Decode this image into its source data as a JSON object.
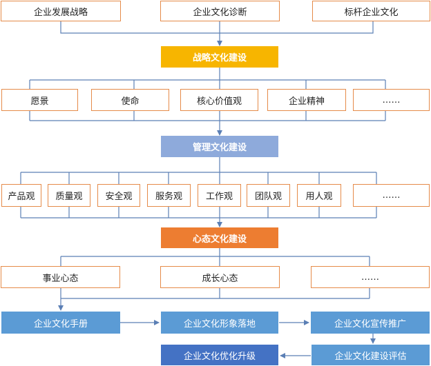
{
  "colors": {
    "connector": "#5b7fb5",
    "outline": "#e58a48",
    "strategy": "#f7b500",
    "management": "#8eaadb",
    "mindset": "#ed7d31",
    "step_blue": "#5b9bd5",
    "final_blue": "#4472c4"
  },
  "inputs": [
    "企业发展战略",
    "企业文化诊断",
    "标杆企业文化"
  ],
  "strategy": {
    "title": "战略文化建设",
    "items": [
      "愿景",
      "使命",
      "核心价值观",
      "企业精神",
      "……"
    ]
  },
  "management": {
    "title": "管理文化建设",
    "items": [
      "产品观",
      "质量观",
      "安全观",
      "服务观",
      "工作观",
      "团队观",
      "用人观",
      "……"
    ]
  },
  "mindset": {
    "title": "心态文化建设",
    "items": [
      "事业心态",
      "成长心态",
      "……"
    ]
  },
  "steps": {
    "handbook": "企业文化手册",
    "landing": "企业文化形象落地",
    "promotion": "企业文化宣传推广",
    "evaluation": "企业文化建设评估",
    "upgrade": "企业文化优化升级"
  }
}
